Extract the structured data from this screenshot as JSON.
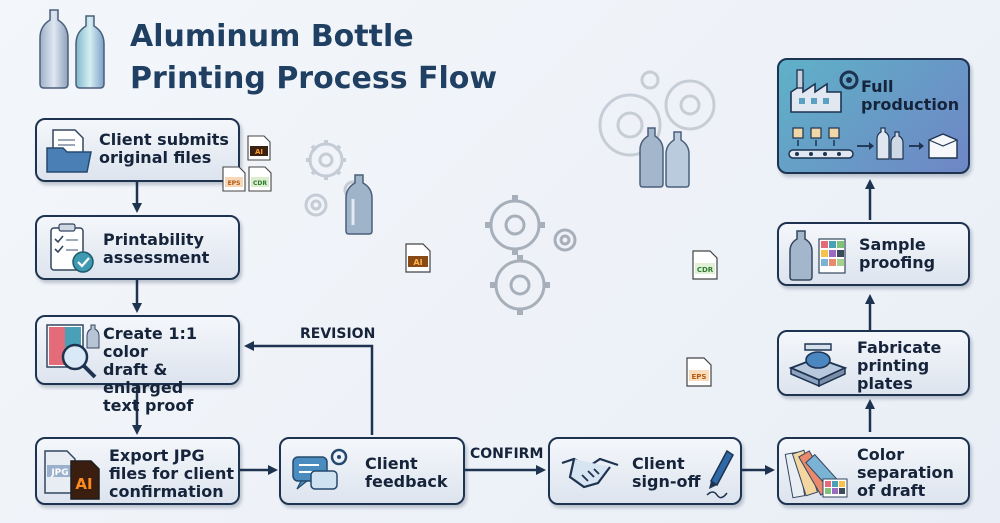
{
  "title": {
    "line1": "Aluminum Bottle",
    "line2": "Printing Process Flow"
  },
  "steps": [
    {
      "label": "Client submits\noriginal files"
    },
    {
      "label": "Printability\nassessment"
    },
    {
      "label": "Create 1:1 color\ndraft & enlarged\ntext proof"
    },
    {
      "label": "Export JPG\nfiles for client\nconfirmation"
    },
    {
      "label": "Client\nfeedback"
    },
    {
      "label": "Client\nsign-off"
    },
    {
      "label": "Color\nseparation\nof draft"
    },
    {
      "label": "Fabricate\nprinting\nplates"
    },
    {
      "label": "Sample\nproofing"
    },
    {
      "label": "Full\nproduction"
    }
  ],
  "edge_labels": {
    "revision": "REVISION",
    "confirm": "CONFIRM"
  },
  "file_badges": {
    "ai": "AI",
    "eps": "EPS",
    "cdr": "CDR",
    "jpg": "JPG"
  }
}
